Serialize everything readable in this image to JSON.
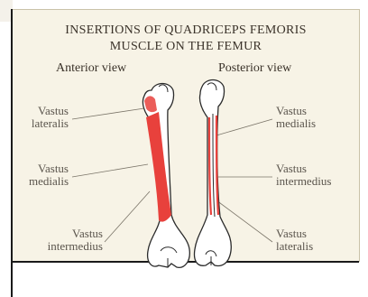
{
  "title": {
    "line1": "INSERTIONS OF QUADRICEPS FEMORIS",
    "line2": "MUSCLE ON THE FEMUR"
  },
  "views": {
    "anterior": "Anterior view",
    "posterior": "Posterior view"
  },
  "labels": {
    "anterior": [
      {
        "line1": "Vastus",
        "line2": "lateralis"
      },
      {
        "line1": "Vastus",
        "line2": "medialis"
      },
      {
        "line1": "Vastus",
        "line2": "intermedius"
      }
    ],
    "posterior": [
      {
        "line1": "Vastus",
        "line2": "medialis"
      },
      {
        "line1": "Vastus",
        "line2": "intermedius"
      },
      {
        "line1": "Vastus",
        "line2": "lateralis"
      }
    ]
  },
  "colors": {
    "muscle_insertion": "#e8413c",
    "bone_outline": "#2b2b2b",
    "background": "#f7f3e6"
  }
}
